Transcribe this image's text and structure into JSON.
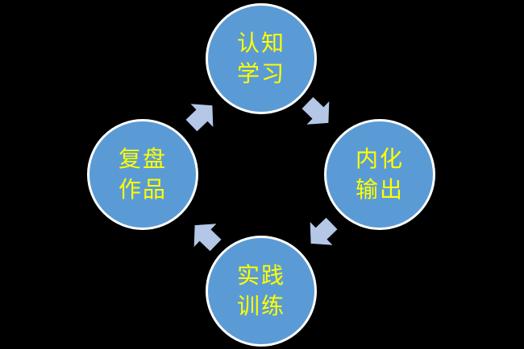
{
  "colors": {
    "background": "#000000",
    "circle_fill": "#5b9bd5",
    "circle_border": "#ffffff",
    "label_text": "#ffff00",
    "arrow_fill": "#b4c7e7"
  },
  "nodes": [
    {
      "id": "top",
      "lines": [
        "认知",
        "学习"
      ]
    },
    {
      "id": "right",
      "lines": [
        "内化",
        "输出"
      ]
    },
    {
      "id": "bottom",
      "lines": [
        "实践",
        "训练"
      ]
    },
    {
      "id": "left",
      "lines": [
        "复盘",
        "作品"
      ]
    }
  ]
}
